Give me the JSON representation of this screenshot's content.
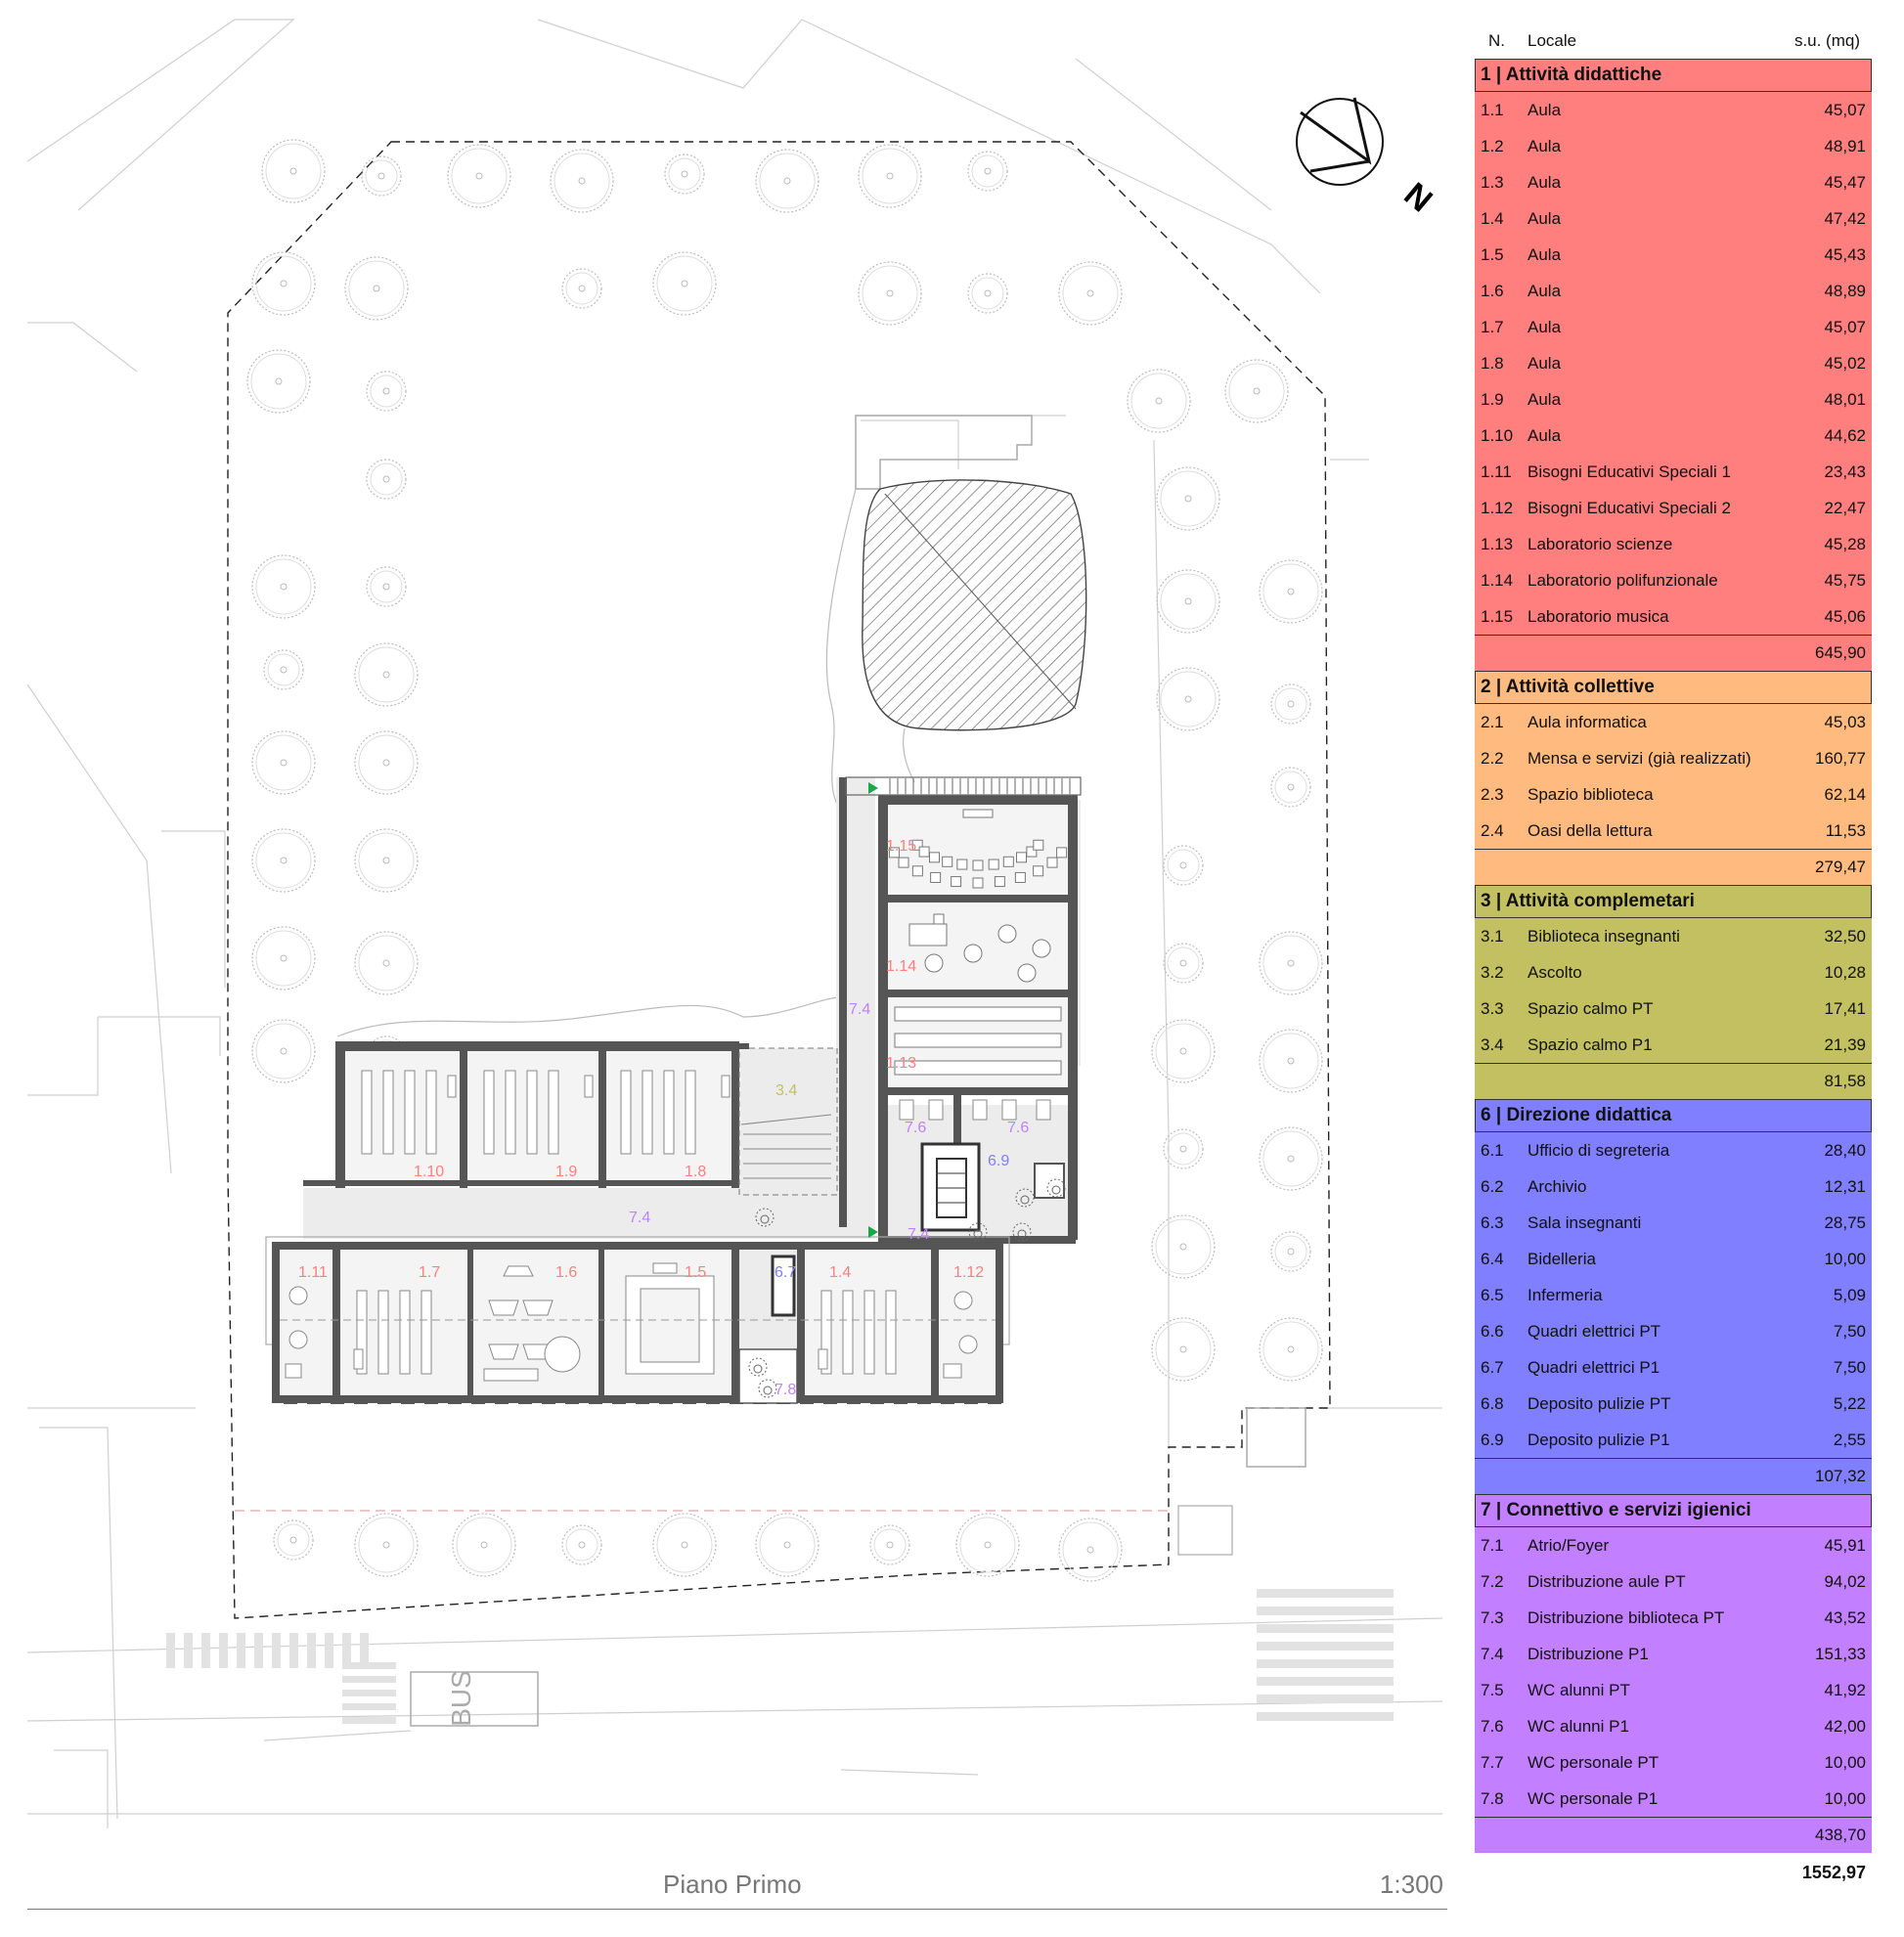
{
  "plan": {
    "bus_label": "BUS",
    "north_label": "N",
    "room_labels": {
      "r1_15": "1.15",
      "r1_14": "1.14",
      "r1_13": "1.13",
      "r1_10": "1.10",
      "r1_9": "1.9",
      "r1_8": "1.8",
      "r1_11": "1.11",
      "r1_7": "1.7",
      "r1_6": "1.6",
      "r1_5": "1.5",
      "r1_4": "1.4",
      "r1_12": "1.12",
      "r3_4": "3.4",
      "r6_7": "6.7",
      "r6_9": "6.9",
      "r7_4a": "7.4",
      "r7_4b": "7.4",
      "r7_4c": "7.4",
      "r7_6a": "7.6",
      "r7_6b": "7.6",
      "r7_8": "7.8"
    },
    "colors": {
      "didactic": "#ff7f7f",
      "collective": "#ffbb7f",
      "complementary": "#c2c060",
      "direction": "#7f7fff",
      "connective": "#c27fff"
    }
  },
  "legend": {
    "col_n": "N.",
    "col_locale": "Locale",
    "col_area": "s.u. (mq)",
    "sections": [
      {
        "title": "1 | Attività didattiche",
        "color": "#ff7f7f",
        "total": "645,90",
        "rows": [
          {
            "n": "1.1",
            "l": "Aula",
            "v": "45,07"
          },
          {
            "n": "1.2",
            "l": "Aula",
            "v": "48,91"
          },
          {
            "n": "1.3",
            "l": "Aula",
            "v": "45,47"
          },
          {
            "n": "1.4",
            "l": "Aula",
            "v": "47,42"
          },
          {
            "n": "1.5",
            "l": "Aula",
            "v": "45,43"
          },
          {
            "n": "1.6",
            "l": "Aula",
            "v": "48,89"
          },
          {
            "n": "1.7",
            "l": "Aula",
            "v": "45,07"
          },
          {
            "n": "1.8",
            "l": "Aula",
            "v": "45,02"
          },
          {
            "n": "1.9",
            "l": "Aula",
            "v": "48,01"
          },
          {
            "n": "1.10",
            "l": "Aula",
            "v": "44,62"
          },
          {
            "n": "1.11",
            "l": "Bisogni Educativi Speciali 1",
            "v": "23,43"
          },
          {
            "n": "1.12",
            "l": "Bisogni Educativi Speciali 2",
            "v": "22,47"
          },
          {
            "n": "1.13",
            "l": "Laboratorio scienze",
            "v": "45,28"
          },
          {
            "n": "1.14",
            "l": "Laboratorio polifunzionale",
            "v": "45,75"
          },
          {
            "n": "1.15",
            "l": "Laboratorio musica",
            "v": "45,06"
          }
        ]
      },
      {
        "title": "2 | Attività collettive",
        "color": "#ffbb7f",
        "total": "279,47",
        "rows": [
          {
            "n": "2.1",
            "l": "Aula informatica",
            "v": "45,03"
          },
          {
            "n": "2.2",
            "l": "Mensa e servizi (già realizzati)",
            "v": "160,77"
          },
          {
            "n": "2.3",
            "l": "Spazio biblioteca",
            "v": "62,14"
          },
          {
            "n": "2.4",
            "l": "Oasi della lettura",
            "v": "11,53"
          }
        ]
      },
      {
        "title": "3 | Attività complemetari",
        "color": "#c2c060",
        "total": "81,58",
        "rows": [
          {
            "n": "3.1",
            "l": "Biblioteca insegnanti",
            "v": "32,50"
          },
          {
            "n": "3.2",
            "l": "Ascolto",
            "v": "10,28"
          },
          {
            "n": "3.3",
            "l": "Spazio calmo PT",
            "v": "17,41"
          },
          {
            "n": "3.4",
            "l": "Spazio calmo P1",
            "v": "21,39"
          }
        ]
      },
      {
        "title": "6 | Direzione didattica",
        "color": "#7f7fff",
        "total": "107,32",
        "rows": [
          {
            "n": "6.1",
            "l": "Ufficio di segreteria",
            "v": "28,40"
          },
          {
            "n": "6.2",
            "l": "Archivio",
            "v": "12,31"
          },
          {
            "n": "6.3",
            "l": "Sala insegnanti",
            "v": "28,75"
          },
          {
            "n": "6.4",
            "l": "Bidelleria",
            "v": "10,00"
          },
          {
            "n": "6.5",
            "l": "Infermeria",
            "v": "5,09"
          },
          {
            "n": "6.6",
            "l": "Quadri elettrici PT",
            "v": "7,50"
          },
          {
            "n": "6.7",
            "l": "Quadri elettrici P1",
            "v": "7,50"
          },
          {
            "n": "6.8",
            "l": "Deposito pulizie PT",
            "v": "5,22"
          },
          {
            "n": "6.9",
            "l": "Deposito pulizie P1",
            "v": "2,55"
          }
        ]
      },
      {
        "title": "7 | Connettivo e servizi igienici",
        "color": "#c27fff",
        "total": "438,70",
        "rows": [
          {
            "n": "7.1",
            "l": "Atrio/Foyer",
            "v": "45,91"
          },
          {
            "n": "7.2",
            "l": "Distribuzione aule PT",
            "v": "94,02"
          },
          {
            "n": "7.3",
            "l": "Distribuzione biblioteca PT",
            "v": "43,52"
          },
          {
            "n": "7.4",
            "l": "Distribuzione P1",
            "v": "151,33"
          },
          {
            "n": "7.5",
            "l": "WC alunni PT",
            "v": "41,92"
          },
          {
            "n": "7.6",
            "l": "WC alunni P1",
            "v": "42,00"
          },
          {
            "n": "7.7",
            "l": "WC personale PT",
            "v": "10,00"
          },
          {
            "n": "7.8",
            "l": "WC personale P1",
            "v": "10,00"
          }
        ]
      }
    ],
    "grand_total": "1552,97"
  },
  "footer": {
    "title": "Piano Primo",
    "scale": "1:300"
  }
}
